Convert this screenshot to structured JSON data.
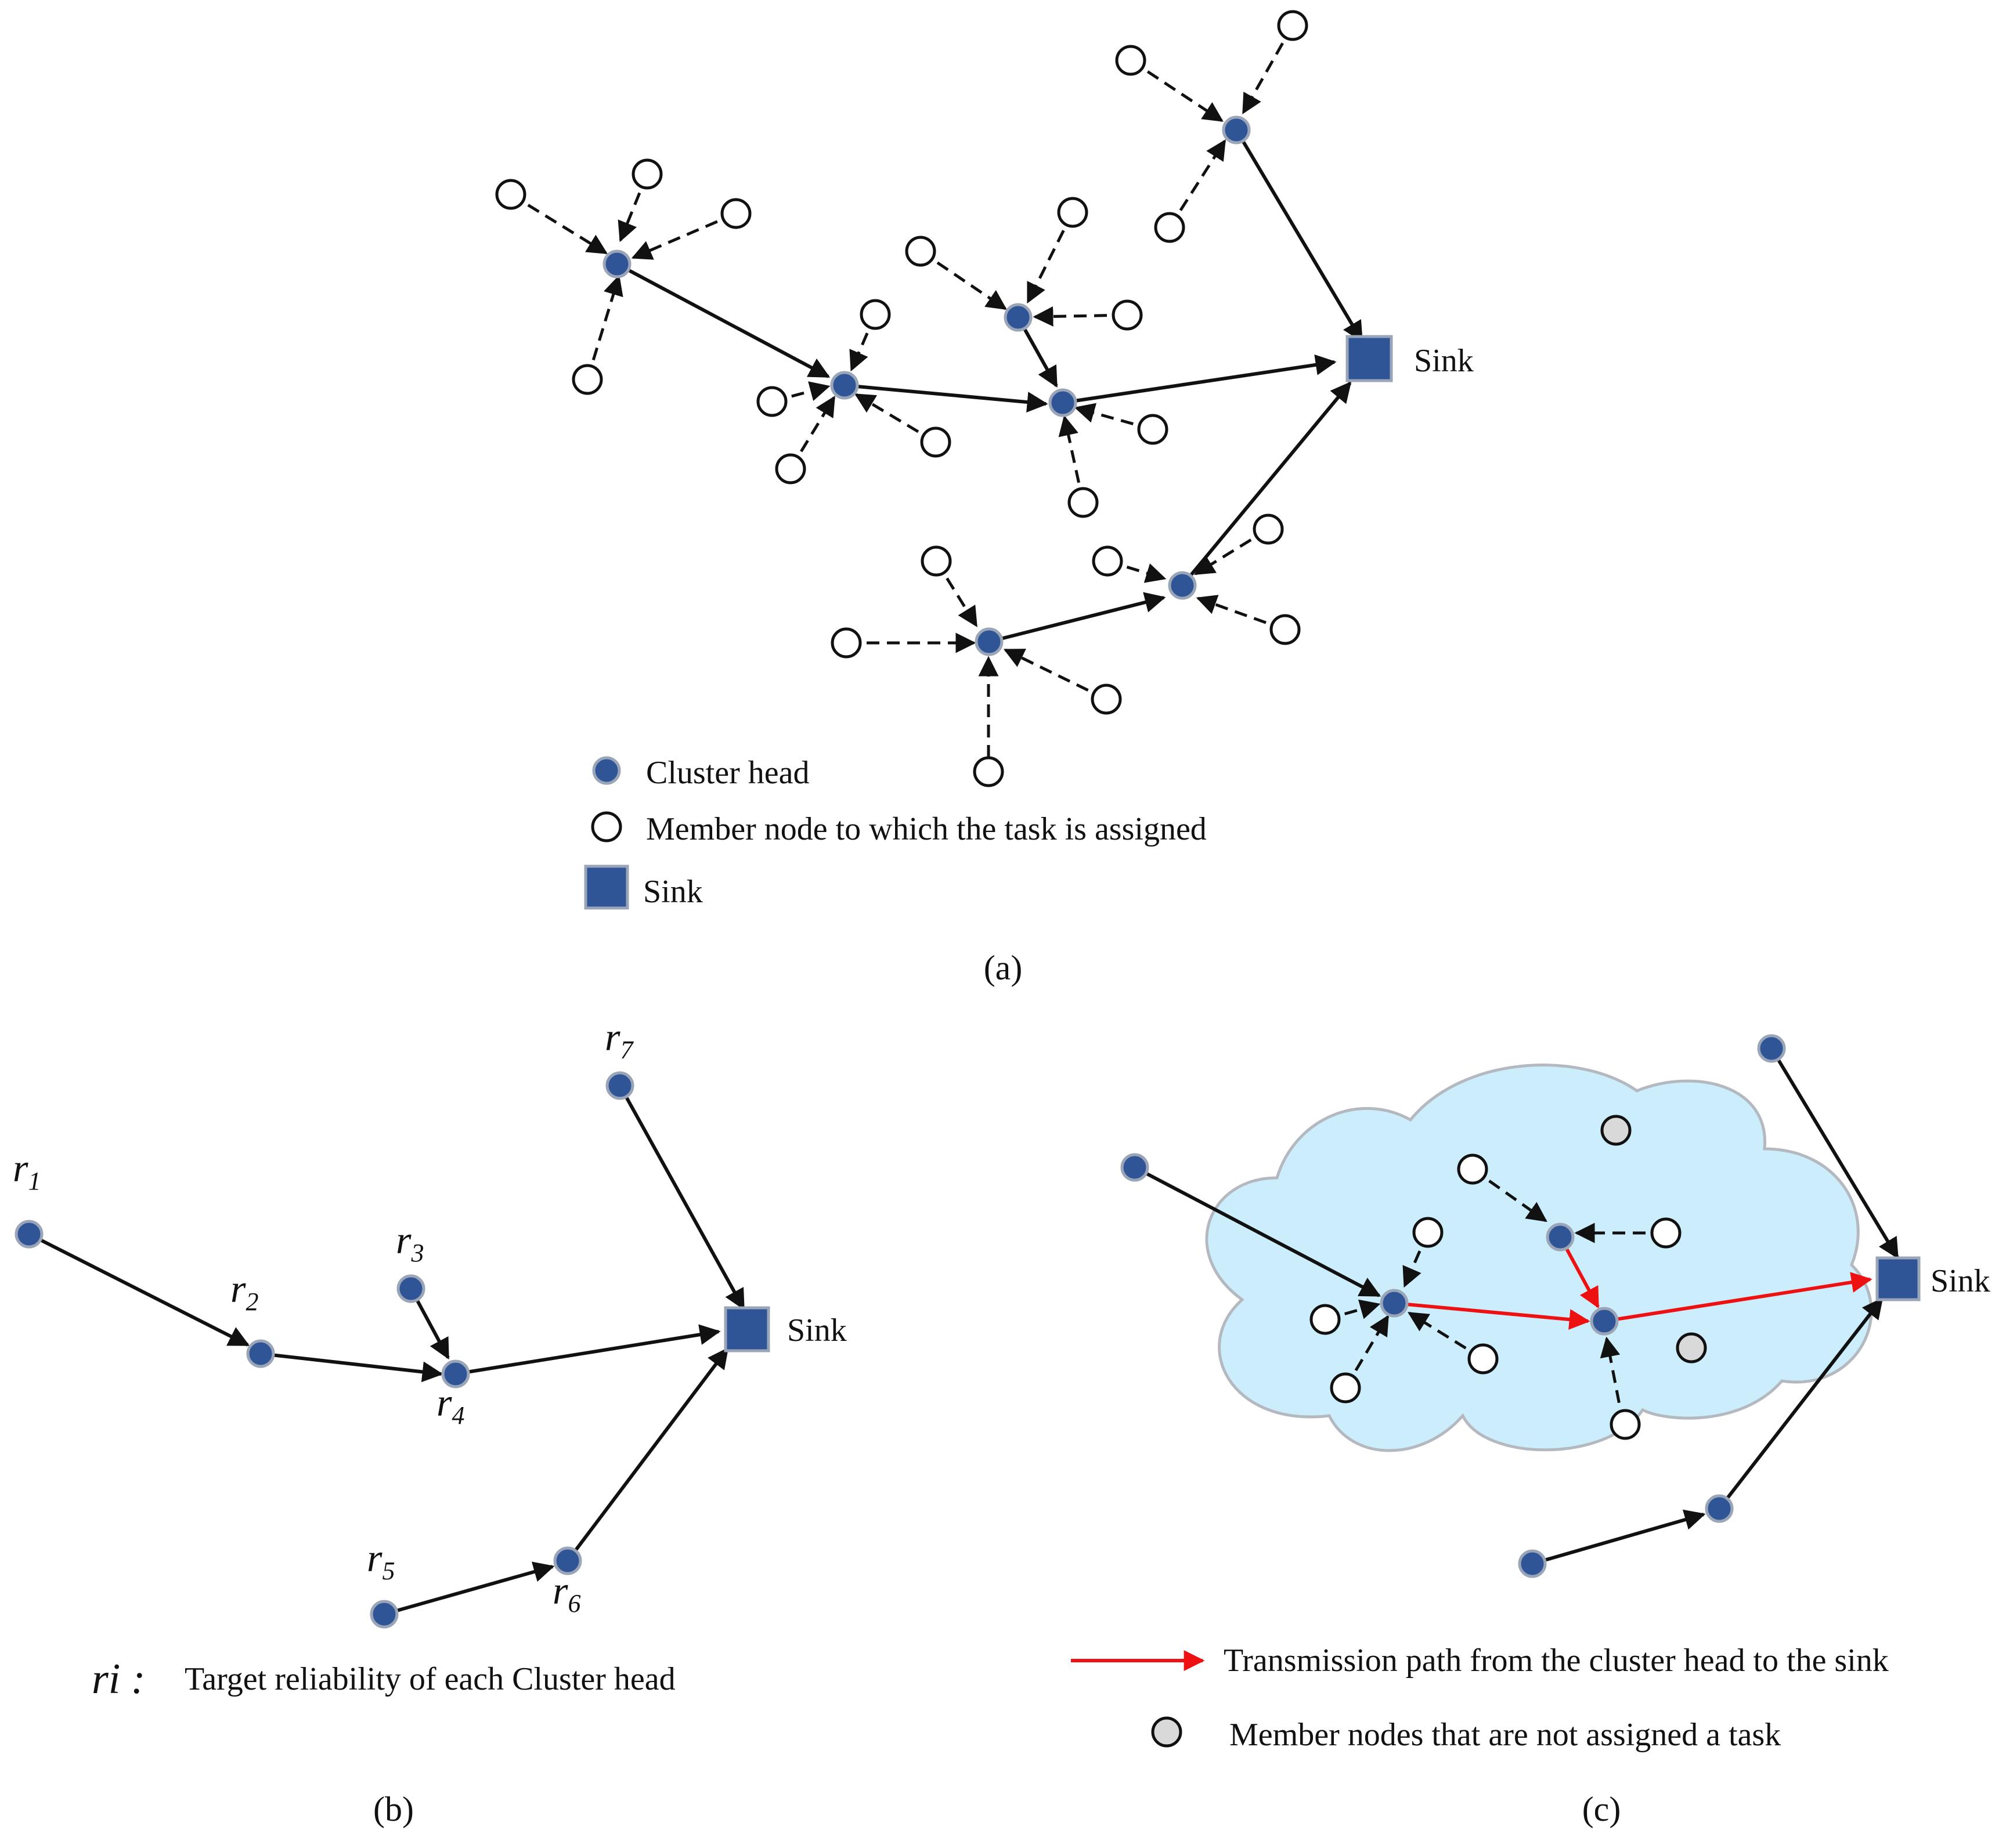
{
  "colors": {
    "cluster_head": "#2f5597",
    "cluster_head_stroke": "#9aa6b8",
    "member_fill": "#ffffff",
    "member_stroke": "#111111",
    "unassigned_fill": "#d9d9d9",
    "edge": "#111111",
    "red_path": "#ee1111",
    "cloud_fill": "#cceefc",
    "cloud_stroke": "#b4b8bf"
  },
  "icons": {
    "cluster_head": "filled-blue-circle",
    "member": "hollow-circle",
    "sink": "blue-square",
    "unassigned_member": "grey-circle"
  },
  "panel_a": {
    "caption": "(a)",
    "sink_label": "Sink",
    "legend": {
      "cluster_head": "Cluster head",
      "member": "Member node to which the task is assigned",
      "sink": "Sink"
    }
  },
  "panel_b": {
    "caption": "(b)",
    "sink_label": "Sink",
    "reliability_labels": [
      {
        "base": "r",
        "sub": "1"
      },
      {
        "base": "r",
        "sub": "2"
      },
      {
        "base": "r",
        "sub": "3"
      },
      {
        "base": "r",
        "sub": "4"
      },
      {
        "base": "r",
        "sub": "5"
      },
      {
        "base": "r",
        "sub": "6"
      },
      {
        "base": "r",
        "sub": "7"
      }
    ],
    "legend": {
      "symbol": "ri :",
      "text": "Target reliability of each Cluster head"
    }
  },
  "panel_c": {
    "caption": "(c)",
    "sink_label": "Sink",
    "legend": {
      "path": "Transmission path from the cluster head to the sink",
      "unassigned": "Member nodes that are not assigned a task"
    }
  }
}
